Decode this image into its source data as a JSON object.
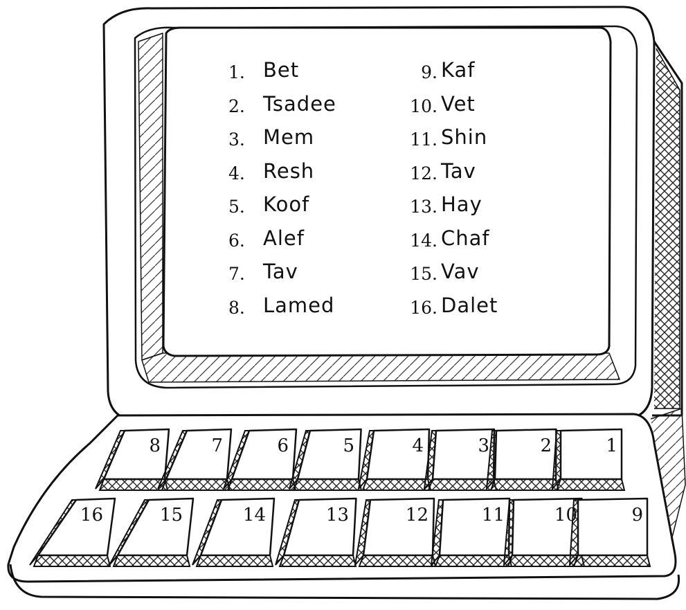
{
  "screen": {
    "left_column": [
      {
        "num": "1.",
        "word": "Bet"
      },
      {
        "num": "2.",
        "word": "Tsadee"
      },
      {
        "num": "3.",
        "word": "Mem"
      },
      {
        "num": "4.",
        "word": "Resh"
      },
      {
        "num": "5.",
        "word": "Koof"
      },
      {
        "num": "6.",
        "word": "Alef"
      },
      {
        "num": "7.",
        "word": "Tav"
      },
      {
        "num": "8.",
        "word": "Lamed"
      }
    ],
    "right_column": [
      {
        "num": "9.",
        "word": "Kaf"
      },
      {
        "num": "10.",
        "word": "Vet"
      },
      {
        "num": "11.",
        "word": "Shin"
      },
      {
        "num": "12.",
        "word": "Tav"
      },
      {
        "num": "13.",
        "word": "Hay"
      },
      {
        "num": "14.",
        "word": "Chaf"
      },
      {
        "num": "15.",
        "word": "Vav"
      },
      {
        "num": "16.",
        "word": "Dalet"
      }
    ]
  },
  "keyboard": {
    "top_row": [
      "8",
      "7",
      "6",
      "5",
      "4",
      "3",
      "2",
      "1"
    ],
    "bottom_row": [
      "16",
      "15",
      "14",
      "13",
      "12",
      "11",
      "10",
      "9"
    ]
  }
}
